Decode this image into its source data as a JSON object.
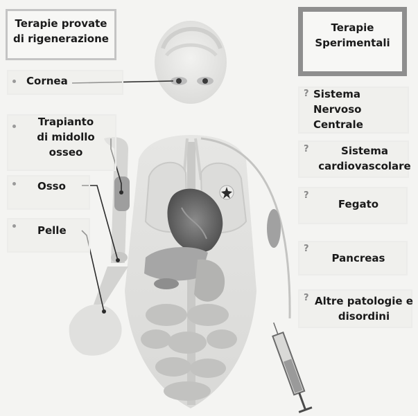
{
  "left_panel": {
    "title_line1": "Terapie provate",
    "title_line2": "di rigenerazione",
    "items": [
      {
        "label": "Cornea"
      },
      {
        "label_line1": "Trapianto",
        "label_line2": "di midollo",
        "label_line3": "osseo"
      },
      {
        "label": "Osso"
      },
      {
        "label": "Pelle"
      }
    ]
  },
  "right_panel": {
    "title_line1": "Terapie",
    "title_line2": "Sperimentali",
    "question_mark": "?",
    "items": [
      {
        "label_line1": "Sistema",
        "label_line2": "Nervoso",
        "label_line3": "Centrale"
      },
      {
        "label_line1": "Sistema",
        "label_line2": "cardiovascolare"
      },
      {
        "label": "Fegato"
      },
      {
        "label": "Pancreas"
      },
      {
        "label_line1": "Altre patologie e",
        "label_line2": "disordini"
      }
    ]
  },
  "colors": {
    "organ_gray": "#a9a9a9",
    "dark_organ": "#6e6e6e",
    "line": "#2b2b2b"
  }
}
